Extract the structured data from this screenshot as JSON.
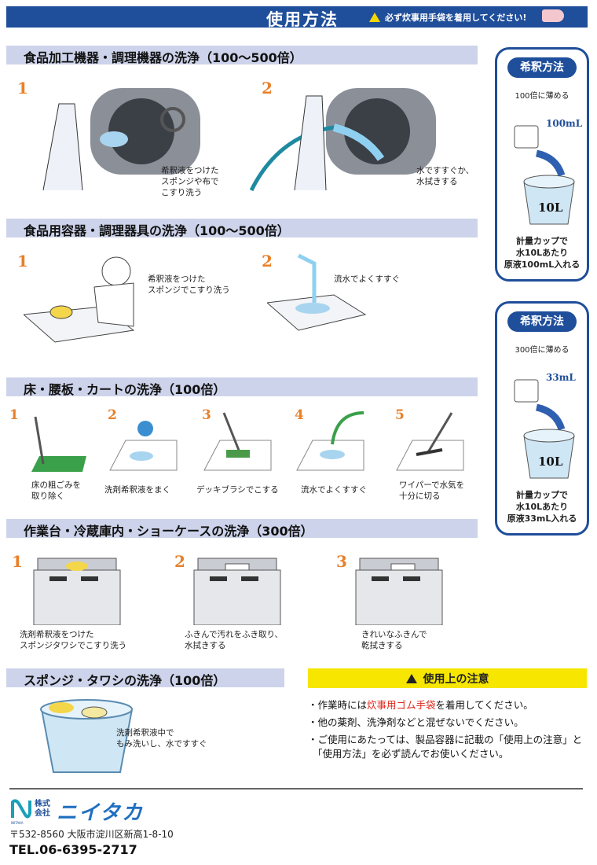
{
  "header": {
    "title": "使用方法",
    "warning": "必ず炊事用手袋を着用してください!"
  },
  "sections": [
    {
      "title": "食品加工機器・調理機器の洗浄（100〜500倍）",
      "steps": [
        {
          "num": "1",
          "caption": "希釈液をつけた\nスポンジや布で\nこすり洗う"
        },
        {
          "num": "2",
          "caption": "水ですすぐか、\n水拭きする"
        }
      ]
    },
    {
      "title": "食品用容器・調理器具の洗浄（100〜500倍）",
      "steps": [
        {
          "num": "1",
          "caption": "希釈液をつけた\nスポンジでこすり洗う"
        },
        {
          "num": "2",
          "caption": "流水でよくすすぐ"
        }
      ]
    },
    {
      "title": "床・腰板・カートの洗浄（100倍）",
      "steps": [
        {
          "num": "1",
          "caption": "床の粗ごみを\n取り除く"
        },
        {
          "num": "2",
          "caption": "洗剤希釈液をまく"
        },
        {
          "num": "3",
          "caption": "デッキブラシでこする"
        },
        {
          "num": "4",
          "caption": "流水でよくすすぐ"
        },
        {
          "num": "5",
          "caption": "ワイパーで水気を\n十分に切る"
        }
      ]
    },
    {
      "title": "作業台・冷蔵庫内・ショーケースの洗浄（300倍）",
      "steps": [
        {
          "num": "1",
          "caption": "洗剤希釈液をつけた\nスポンジタワシでこすり洗う"
        },
        {
          "num": "2",
          "caption": "ふきんで汚れをふき取り、\n水拭きする"
        },
        {
          "num": "3",
          "caption": "きれいなふきんで\n乾拭きする"
        }
      ]
    },
    {
      "title": "スポンジ・タワシの洗浄（100倍）",
      "steps": [
        {
          "caption": "洗剤希釈液中で\nもみ洗いし、水ですすぐ"
        }
      ]
    }
  ],
  "dilution": [
    {
      "label": "希釈方法",
      "rate": "100倍に薄める",
      "amount": "100mL",
      "water": "10L",
      "desc": "計量カップで\n水10Lあたり\n原液100mL入れる"
    },
    {
      "label": "希釈方法",
      "rate": "300倍に薄める",
      "amount": "33mL",
      "water": "10L",
      "desc": "計量カップで\n水10Lあたり\n原液33mL入れる"
    }
  ],
  "caution": {
    "title": "使用上の注意",
    "items": [
      {
        "pre": "・作業時には",
        "red": "炊事用ゴム手袋",
        "post": "を着用してください。"
      },
      {
        "text": "・他の薬剤、洗浄剤などと混ぜないでください。"
      },
      {
        "text": "・ご使用にあたっては、製品容器に記載の「使用上の注意」と"
      },
      {
        "text": "「使用方法」を必ず読んでお使いください。"
      }
    ]
  },
  "footer": {
    "company_prefix": "株式会社",
    "company": "ニイタカ",
    "logo_sub": "NIITAKA",
    "address": "〒532-8560 大阪市淀川区新高1-8-10",
    "tel": "TEL.06-6395-2717"
  },
  "colors": {
    "brand": "#1f4e9a",
    "accent": "#e8802a",
    "section": "#cdd3ea",
    "caution": "#f6e600"
  }
}
